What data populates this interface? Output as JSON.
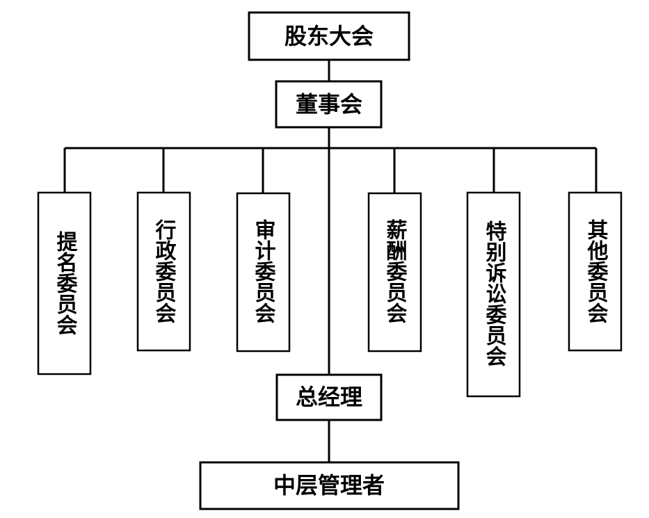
{
  "shareholders_meeting": "股东大会",
  "board": "董事会",
  "committees": [
    {
      "key": "nomination",
      "label": "提名委员会"
    },
    {
      "key": "administration",
      "label": "行政委员会"
    },
    {
      "key": "audit",
      "label": "审计委员会"
    },
    {
      "key": "compensation",
      "label": "薪酬委员会"
    },
    {
      "key": "litigation",
      "label": "特别诉讼委员会"
    },
    {
      "key": "other",
      "label": "其他委员会"
    }
  ],
  "general_manager": "总经理",
  "middle_management": "中层管理者"
}
